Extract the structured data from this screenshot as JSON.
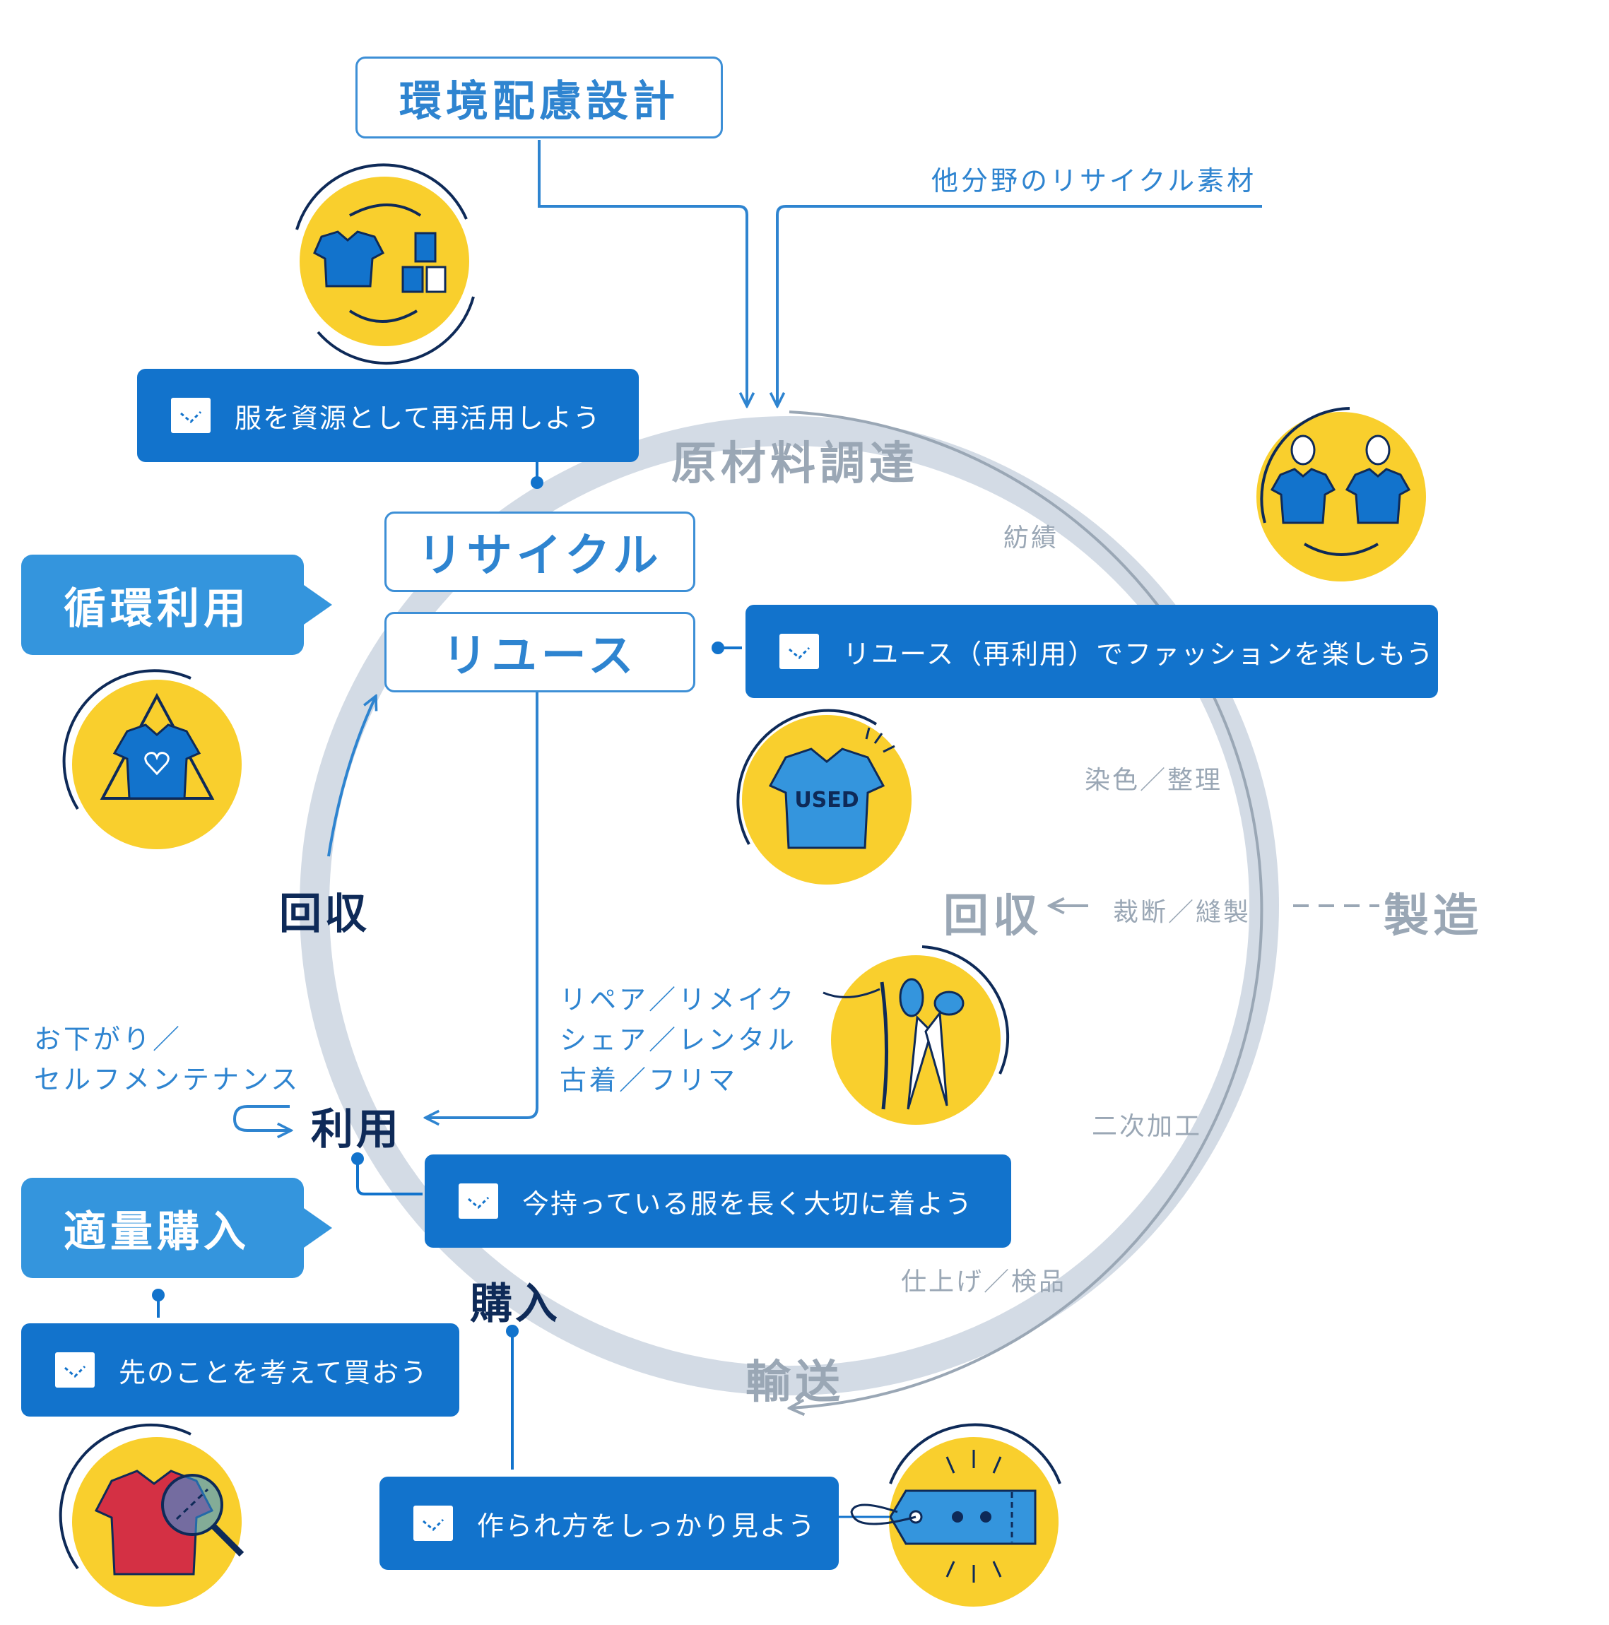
{
  "top_box": {
    "label": "環境配慮設計"
  },
  "recycled_material_label": "他分野のリサイクル素材",
  "cycle_stages": {
    "raw_material": "原材料調達",
    "spinning": "紡績",
    "dyeing": "染色／整理",
    "cutting_sewing": "裁断／縫製",
    "secondary_processing": "二次加工",
    "finishing": "仕上げ／検品",
    "transport": "輸送",
    "manufacturing": "製造",
    "collection_gray": "回収"
  },
  "boxes": {
    "recycle": "リサイクル",
    "reuse": "リユース"
  },
  "callouts": {
    "circular_use": "循環利用",
    "right_amount_purchase": "適量購入"
  },
  "actions": {
    "reuse_resources": "服を資源として再活用しよう",
    "reuse_fashion": "リユース（再利用）でファッションを楽しもう",
    "long_wear": "今持っている服を長く大切に着よう",
    "think_ahead": "先のことを考えて買おう",
    "check_production": "作られ方をしっかり見よう"
  },
  "stages_dark": {
    "collection": "回収",
    "use": "利用",
    "purchase": "購入"
  },
  "use_methods": {
    "line1": "リペア／リメイク",
    "line2": "シェア／レンタル",
    "line3": "古着／フリマ"
  },
  "handdown": {
    "line1": "お下がり／",
    "line2": "セルフメンテナンス"
  },
  "icons": {
    "reuse_resources": "recycle-clothes-icon",
    "sharing": "sharing-people-icon",
    "used_clothing": "used-shirt-icon",
    "circular": "circular-heart-shirt-icon",
    "repair": "needle-scissors-icon",
    "inspect": "magnifier-shirt-icon",
    "tag": "clothing-tag-icon",
    "check": "check-icon"
  },
  "colors": {
    "primary_blue": "#1273cc",
    "light_blue": "#3495dd",
    "outline_blue": "#3d8fd6",
    "navy": "#0e2a58",
    "yellow": "#f9cf2d",
    "ring_gray": "#d3dbe5",
    "label_gray": "#9aa7b5"
  }
}
